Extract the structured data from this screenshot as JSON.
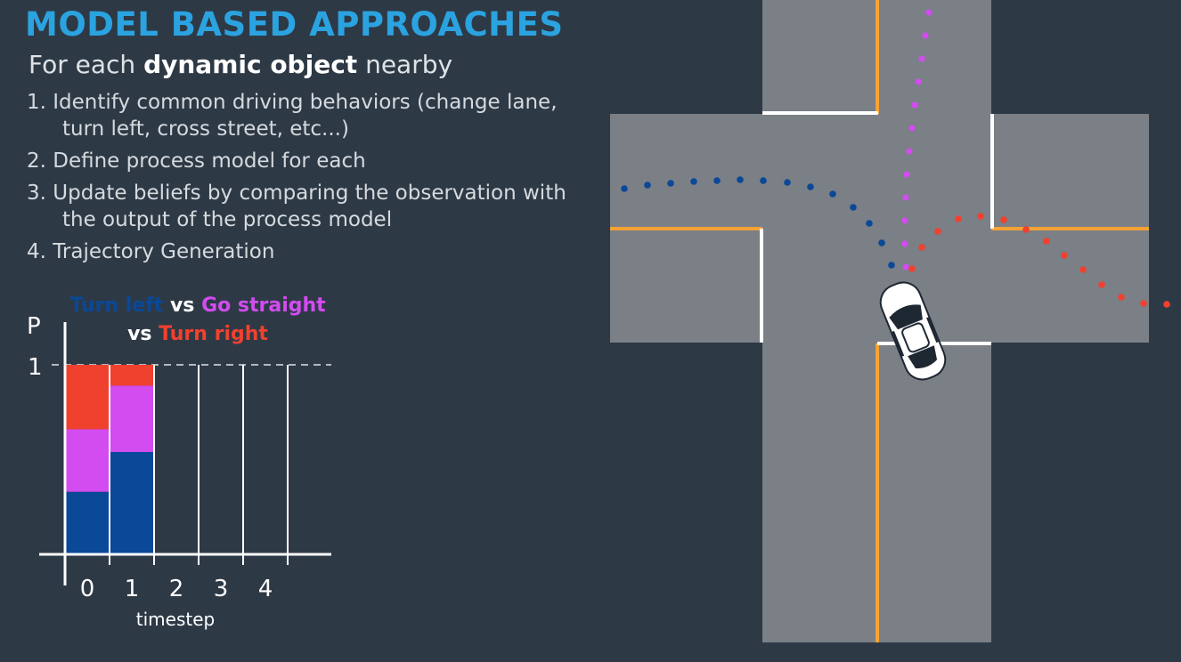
{
  "slide": {
    "title": "MODEL BASED APPROACHES",
    "subtitle_pre": "For each ",
    "subtitle_bold": "dynamic object",
    "subtitle_post": " nearby",
    "steps": [
      {
        "line1": "1. Identify common driving behaviors (change lane,",
        "line2": "turn left, cross street, etc...)"
      },
      {
        "line1": "2. Define process model for each",
        "line2": ""
      },
      {
        "line1": "3. Update beliefs by comparing the observation with",
        "line2": "the output of the process model"
      },
      {
        "line1": "4. Trajectory Generation",
        "line2": ""
      }
    ]
  },
  "legend": {
    "turn_left": "Turn left",
    "vs1": " vs ",
    "go_straight": "Go straight",
    "vs2": "vs ",
    "turn_right": "Turn right"
  },
  "colors": {
    "turn_left": "#0a4898",
    "go_straight": "#d24cf0",
    "turn_right": "#f0412f",
    "title": "#2aa3e0",
    "road": "#7b7f86",
    "lane_line": "#f5a235"
  },
  "chart_data": {
    "type": "bar",
    "stacked": true,
    "ylabel": "P",
    "xlabel": "timestep",
    "y_tick": "1",
    "ylim": [
      0,
      1
    ],
    "categories": [
      "0",
      "1",
      "2",
      "3",
      "4"
    ],
    "series": [
      {
        "name": "Turn left",
        "color": "#0a4898",
        "values": [
          0.33,
          0.54,
          null,
          null,
          null
        ]
      },
      {
        "name": "Go straight",
        "color": "#d24cf0",
        "values": [
          0.33,
          0.35,
          null,
          null,
          null
        ]
      },
      {
        "name": "Turn right",
        "color": "#f0412f",
        "values": [
          0.34,
          0.11,
          null,
          null,
          null
        ]
      }
    ]
  },
  "scene": {
    "car_icon": "car-top-view-icon"
  }
}
